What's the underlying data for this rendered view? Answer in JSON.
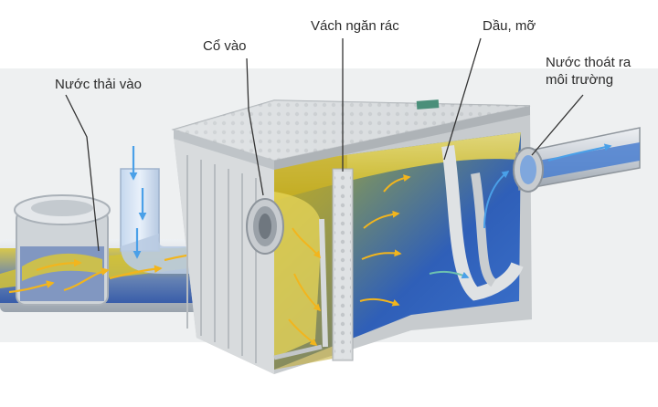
{
  "labels": {
    "wastewater_in": "Nước thải vào",
    "inlet_neck": "Cổ vào",
    "debris_screen": "Vách ngăn rác",
    "oil_grease": "Dầu, mỡ",
    "outflow_line1": "Nước thoát ra",
    "outflow_line2": "môi trường"
  },
  "colors": {
    "water_blue": "#2f5fb8",
    "grease_yellow": "#d8c21a",
    "flow_arrow": "#f2b51d",
    "tank_gray": "#d9dcde",
    "background_haze": "#eef0f1",
    "label_text": "#2b2b2b"
  }
}
